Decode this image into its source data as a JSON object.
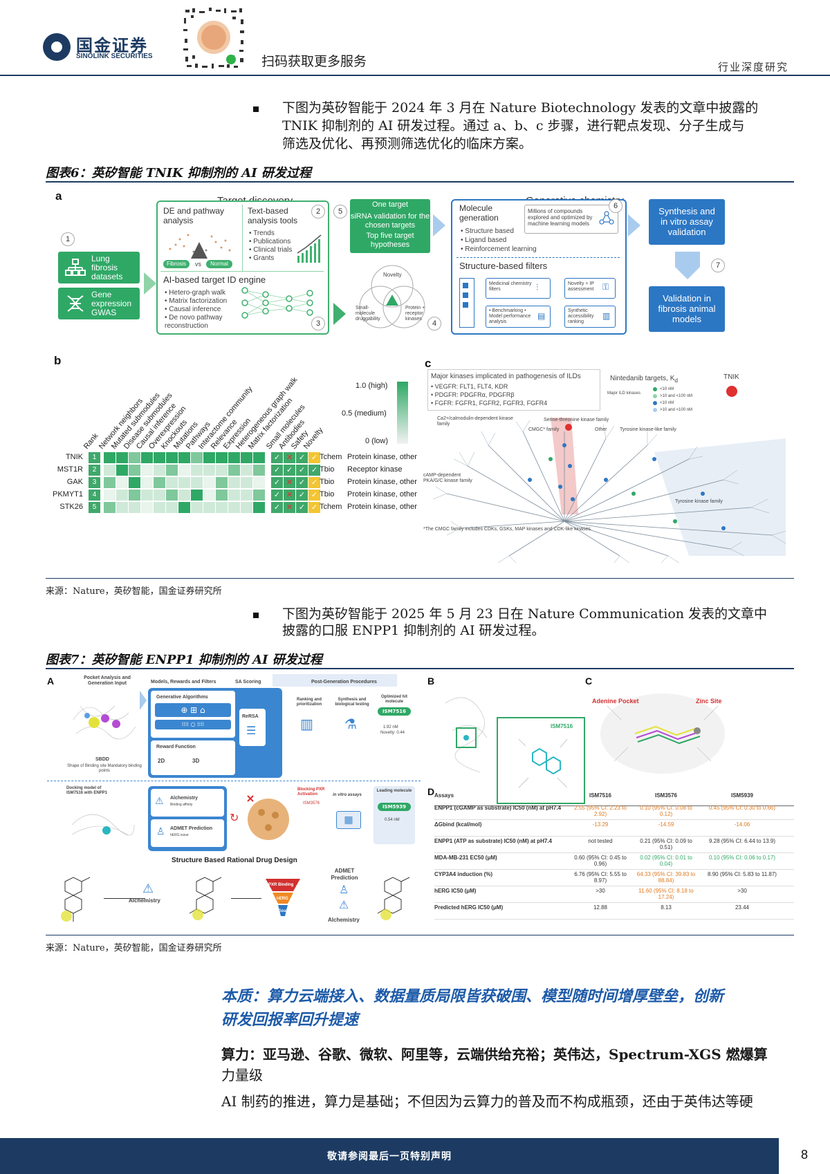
{
  "header": {
    "logo_cn": "国金证券",
    "logo_en": "SINOLINK SECURITIES",
    "scan_text": "扫码获取更多服务",
    "doc_type": "行业深度研究"
  },
  "para1": {
    "line1": "下图为英矽智能于 2024 年 3 月在 Nature Biotechnology 发表的文章中披露的",
    "line2": "TNIK 抑制剂的 AI 研发过程。通过 a、b、c 步骤，进行靶点发现、分子生成与",
    "line3": "筛选及优化、再预测筛选优化的临床方案。"
  },
  "fig6": {
    "title": "图表6：英矽智能 TNIK 抑制剂的 AI 研发过程",
    "source": "来源：Nature，英矽智能，国金证券研究所",
    "panel_a": {
      "label": "a",
      "target_discovery": "Target discovery",
      "generative_chemistry": "Generative chemistry",
      "lung_box": "Lung fibrosis datasets",
      "gene_box": "Gene expression GWAS",
      "de_title": "DE and pathway analysis",
      "fibrosis": "Fibrosis",
      "vs": "vs",
      "normal": "Normal",
      "text_title": "Text-based analysis tools",
      "text_items": [
        "• Trends",
        "• Publications",
        "• Clinical trials",
        "• Grants"
      ],
      "ai_title": "AI-based target ID engine",
      "ai_items": [
        "• Hetero-graph walk",
        "• Matrix factorization",
        "• Causal inference",
        "• De novo pathway",
        "  reconstruction"
      ],
      "one_target": "One target",
      "sirna": "siRNA validation for the chosen targets",
      "top_five": "Top five target hypotheses",
      "novelty": "Novelty",
      "small_mol": "Small-molecule druggability",
      "protein_rec": "Protein + receptor kinases",
      "mol_gen": "Molecule generation",
      "mol_items": [
        "• Structure based",
        "• Ligand based",
        "• Reinforcement learning"
      ],
      "millions": "Millions of compounds explored and optimized by machine learning models",
      "struct_filters": "Structure-based filters",
      "medchem": "Medicinal chemistry filters",
      "novelty_ip": "Novelty + IP assessment",
      "benchmarking": "• Benchmarking • Model performance analysis",
      "synth_access": "Synthetic accessibility ranking",
      "synthesis": "Synthesis and in vitro assay validation",
      "validation": "Validation in fibrosis animal models",
      "nums": [
        "1",
        "2",
        "3",
        "4",
        "5",
        "6",
        "7"
      ]
    },
    "panel_b": {
      "label": "b",
      "columns": [
        "Rank",
        "Network neighbors",
        "Mutated submodules",
        "Disease submodules",
        "Causal inference",
        "Overexpression",
        "Knockouts",
        "Mutations",
        "Pathways",
        "Interactome community",
        "Relevance",
        "Expression",
        "Heterogeneous graph walk",
        "Matrix factorization",
        "Small molecules",
        "Antibodies",
        "Safety",
        "Novelty"
      ],
      "legend_high": "1.0 (high)",
      "legend_med": "0.5 (medium)",
      "legend_low": "0 (low)",
      "rows": [
        {
          "gene": "TNIK",
          "rank": "1",
          "tcl": "Tchem",
          "family": "Protein kinase, other"
        },
        {
          "gene": "MST1R",
          "rank": "2",
          "tcl": "Tbio",
          "family": "Receptor kinase"
        },
        {
          "gene": "GAK",
          "rank": "3",
          "tcl": "Tbio",
          "family": "Protein kinase, other"
        },
        {
          "gene": "PKMYT1",
          "rank": "4",
          "tcl": "Tbio",
          "family": "Protein kinase, other"
        },
        {
          "gene": "STK26",
          "rank": "5",
          "tcl": "Tchem",
          "family": "Protein kinase, other"
        }
      ]
    },
    "panel_c": {
      "label": "c",
      "box_title": "Major kinases implicated in pathogenesis of ILDs",
      "box_items": [
        "• VEGFR: FLT1, FLT4, KDR",
        "• PDGFR: PDGFRα, PDGFRβ",
        "• FGFR: FGFR1, FGFR2, FGFR3, FGFR4"
      ],
      "nintedanib": "Nintedanib targets, K",
      "nint_sub": "d",
      "tnik": "TNIK",
      "major_ild": "Major ILD kinases",
      "leg1": "<10 nM",
      "leg2": ">10 and <100 nM",
      "leg3": "<10 nM",
      "leg4": ">10 and <100 nM",
      "camk": "Ca2+/calmodulin-dependent kinase family",
      "serine": "Serine-threonine kinase family",
      "cmgc": "CMGC* family",
      "other": "Other",
      "tyr_like": "Tyrosine kinase-like family",
      "camp": "cAMP-dependent PKA/G/C kinase family",
      "tyr": "Tyrosine kinase family",
      "footnote": "*The CMGC family includes CDKs, GSKs, MAP kinases and CDK-like kinases."
    }
  },
  "para2": {
    "line1": "下图为英矽智能于 2025 年 5 月 23 日在 Nature Communication 发表的文章中",
    "line2": "披露的口服 ENPP1 抑制剂的 AI 研发过程。"
  },
  "fig7": {
    "title": "图表7：英矽智能 ENPP1 抑制剂的 AI 研发过程",
    "source": "来源：Nature，英矽智能，国金证券研究所",
    "panel_labels": [
      "A",
      "B",
      "C",
      "D"
    ],
    "a": {
      "pocket": "Pocket Analysis and Generation Input",
      "models": "Models, Rewards and Filters",
      "sa": "SA Scoring",
      "post": "Post-Generation Procedures",
      "gen_alg": "Generative Algorithms",
      "reward": "Reward Function",
      "two_d": "2D",
      "three_d": "3D",
      "rersa": "ReRSA",
      "ranking": "Ranking and prioritization",
      "synth": "Synthesis and biological testing",
      "optimized": "Optimized hit molecule",
      "ism7516": "ISM7516",
      "potency": "1.92 nM",
      "novelty": "Novelty: 0.44",
      "sbdd": "SBDD",
      "shape": "Shape of Binding site Mandatory binding points",
      "docking": "Docking model of ISM7516 with ENPP1",
      "alchemistry": "Alchemistry",
      "binding_aff": "Binding affinity",
      "admet": "ADMET Prediction",
      "herg": "hERG issue",
      "blocking": "Blocking PXR Activation",
      "ism3576": "ISM3576",
      "in_vitro": "in vitro assays",
      "leading": "Leading molecule",
      "ism5939": "ISM5939",
      "lead_pot": "0.54 nM",
      "sbrdd": "Structure Based Rational Drug Design",
      "admet_pred": "ADMET Prediction",
      "pxr": "PXR Binding",
      "herg2": "hERG",
      "goal": "Goal",
      "alchemistry2": "Alchemistry",
      "alchemistry3": "Alchemistry"
    },
    "c_adenine": "Adenine Pocket",
    "c_zinc": "Zinc Site",
    "b_ism": "ISM7516",
    "d": {
      "headers": [
        "Assays",
        "ISM7516",
        "ISM3576",
        "ISM5939"
      ],
      "rows": [
        [
          "ENPP1 (cGAMP as substrate) IC50 (nM) at pH7.4",
          "2.55 (95% CI: 2.23 to 2.92)",
          "0.10 (95% CI: 0.08 to 0.12)",
          "0.45 (95% CI: 0.30 to 0.66)"
        ],
        [
          "ΔGbind (kcal/mol)",
          "-13.29",
          "-14.59",
          "-14.06"
        ],
        [
          "ENPP1 (ATP as substrate) IC50 (nM) at pH7.4",
          "not tested",
          "0.21 (95% CI: 0.09 to 0.51)",
          "9.28 (95% CI: 6.44 to 13.9)"
        ],
        [
          "MDA-MB-231 EC50 (μM)",
          "0.60 (95% CI: 0.45 to 0.96)",
          "0.02 (95% CI: 0.01 to 0.04)",
          "0.10 (95% CI: 0.06 to 0.17)"
        ],
        [
          "CYP3A4 induction (%)",
          "6.76 (95% CI: 5.55 to 8.97)",
          "64.33 (95% CI: 39.83 to 88.84)",
          "8.90 (95% CI: 5.83 to 11.87)"
        ],
        [
          "hERG IC50 (μM)",
          ">30",
          "11.60 (95% CI: 8.18 to 17.24)",
          ">30"
        ],
        [
          "Predicted hERG IC50 (μM)",
          "12.88",
          "8.13",
          "23.44"
        ]
      ]
    }
  },
  "essence": {
    "line1": "本质：算力云端接入、数据量质局限皆获破围、模型随时间增厚壁垒，创新",
    "line2": "研发回报率回升提速"
  },
  "power": {
    "line1": "算力：亚马逊、谷歌、微软、阿里等，云端供给充裕；英伟达，Spectrum-XGS 燃爆算",
    "line2": "力量级",
    "line3": "AI 制药的推进，算力是基础；不但因为云算力的普及而不构成瓶颈，还由于英伟达等硬"
  },
  "footer": {
    "text": "敬请参阅最后一页特别声明",
    "page": "8"
  },
  "colors": {
    "navy": "#1d3b62",
    "green": "#2fa866",
    "blue": "#2c77c4",
    "essence_blue": "#1d5aa8"
  }
}
